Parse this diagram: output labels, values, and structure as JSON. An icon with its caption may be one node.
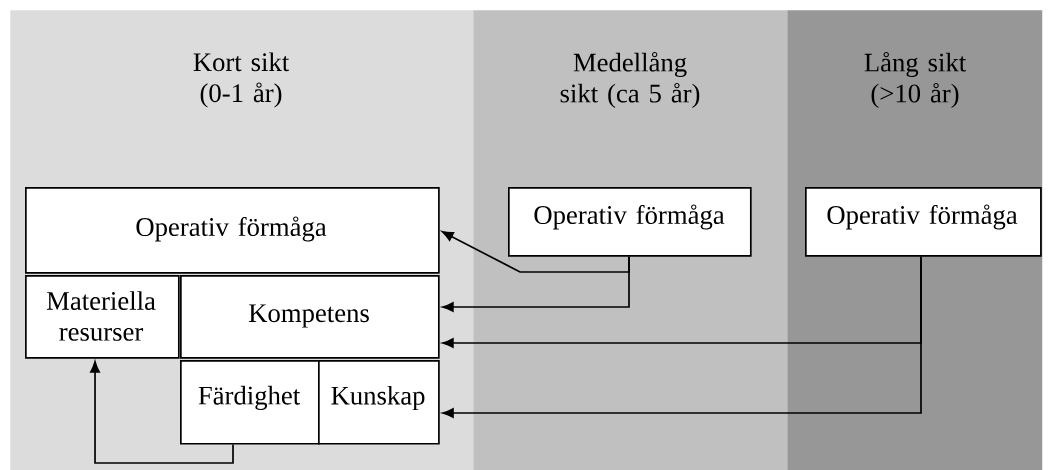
{
  "diagram": {
    "nodes": [
      {
        "text": [
          "Kort sikt (0-1 år)"
        ]
      },
      {
        "text": [
          "Medellång sikt (ca 5 år)"
        ]
      },
      {
        "text": [
          "Lång sikt (>10 år)"
        ]
      },
      {
        "text": [
          "Operativ förmåga"
        ],
        "in": 0
      },
      {
        "text": [
          "Materiella resurser"
        ],
        "in": 0
      },
      {
        "text": [
          "Kompetens"
        ],
        "in": 0
      },
      {
        "text": [
          "Färdighet"
        ],
        "in": 0
      },
      {
        "text": [
          "Kunskap"
        ],
        "in": 0
      },
      {
        "text": [
          "Operativ förmåga"
        ],
        "in": 1
      },
      {
        "text": [
          "Operativ förmåga"
        ],
        "in": 2
      }
    ],
    "edges": [
      {
        "from": 8,
        "to": 3,
        "arrow": "to"
      },
      {
        "from": 8,
        "to": 5,
        "arrow": "to"
      },
      {
        "from": 9,
        "to": 5,
        "arrow": "to"
      },
      {
        "from": 9,
        "to": 7,
        "arrow": "to"
      },
      {
        "from": 6,
        "to": 4,
        "arrow": "to"
      }
    ]
  }
}
